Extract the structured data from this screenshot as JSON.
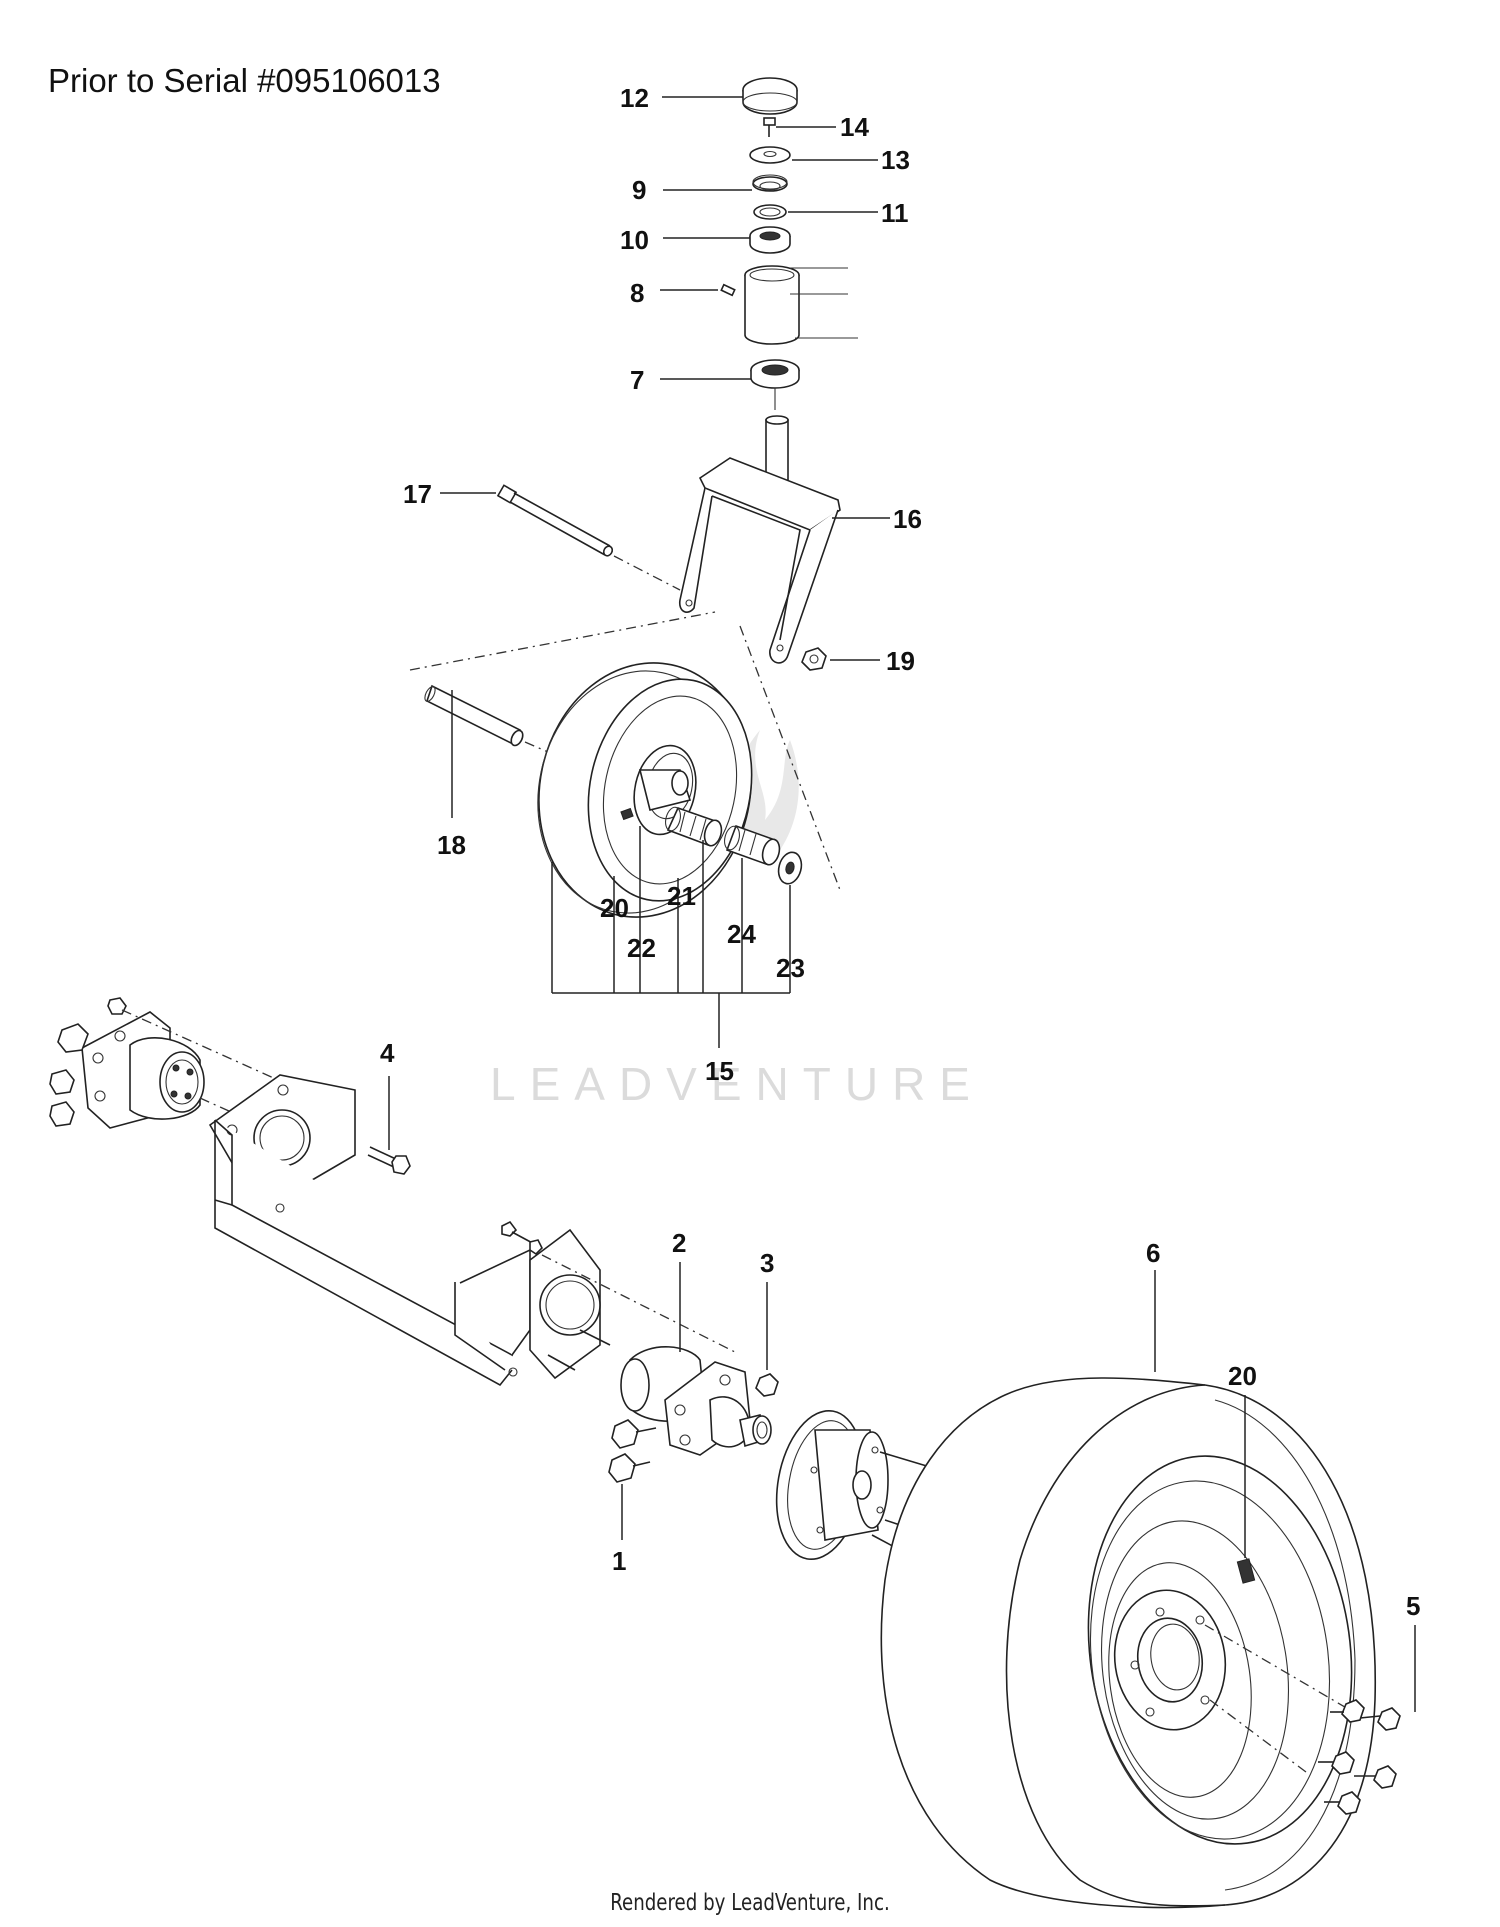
{
  "header": {
    "serial_note": "Prior to Serial #095106013"
  },
  "footer": {
    "rendered_by": "Rendered by LeadVenture, Inc."
  },
  "watermark": {
    "text": "LEADVENTURE"
  },
  "callouts": {
    "c1": "1",
    "c2": "2",
    "c3": "3",
    "c4": "4",
    "c5": "5",
    "c6": "6",
    "c7": "7",
    "c8": "8",
    "c9": "9",
    "c10": "10",
    "c11": "11",
    "c12": "12",
    "c13": "13",
    "c14": "14",
    "c15": "15",
    "c16": "16",
    "c17": "17",
    "c18": "18",
    "c19": "19",
    "c20a": "20",
    "c20b": "20",
    "c21": "21",
    "c22": "22",
    "c23": "23",
    "c24": "24"
  }
}
